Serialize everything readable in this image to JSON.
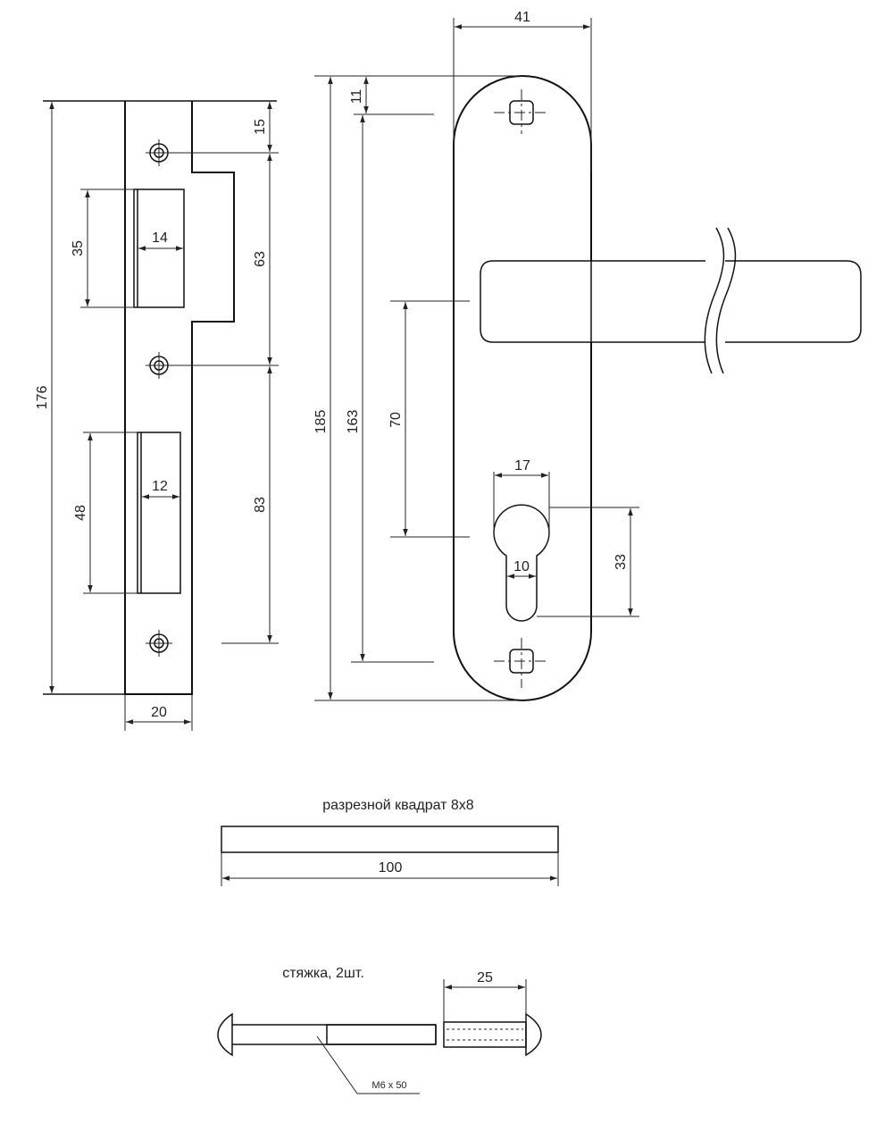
{
  "strike_plate": {
    "dim_total_height": "176",
    "dim_top_offset": "15",
    "dim_upper_hole_spacing": "63",
    "dim_lower_hole_spacing": "83",
    "dim_upper_window_height": "35",
    "dim_upper_window_width": "14",
    "dim_lower_window_height": "48",
    "dim_lower_window_width": "12",
    "dim_width": "20"
  },
  "handle_plate": {
    "dim_width": "41",
    "dim_total_height": "185",
    "dim_top_to_screw": "11",
    "dim_screw_spacing": "163",
    "dim_handle_to_cylinder": "70",
    "dim_cylinder_width": "17",
    "dim_cylinder_slot_width": "10",
    "dim_cylinder_height": "33"
  },
  "spindle": {
    "caption": "разрезной квадрат 8х8",
    "dim_length": "100"
  },
  "screws": {
    "caption": "стяжка, 2шт.",
    "dim_sleeve_length": "25",
    "screw_label": "М6 х 50"
  }
}
